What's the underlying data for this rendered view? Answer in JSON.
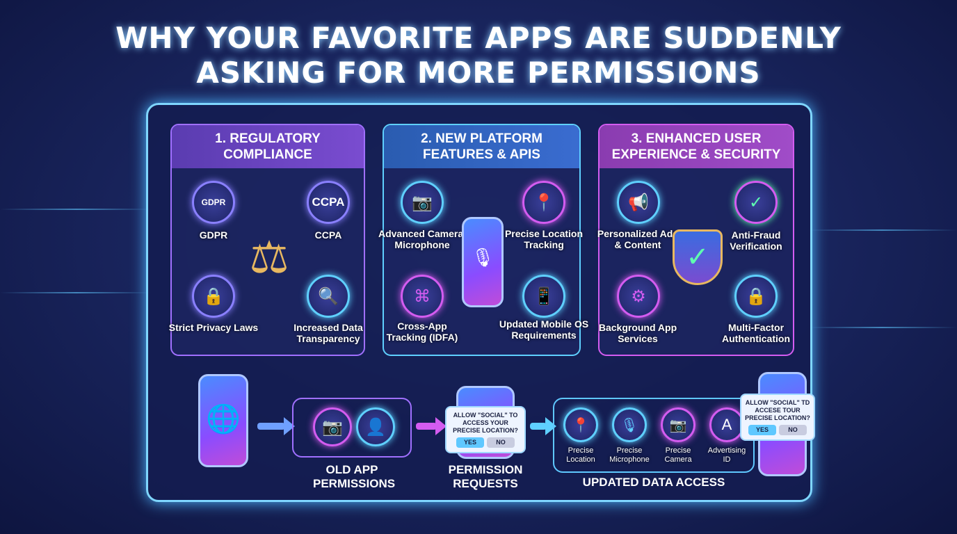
{
  "title": {
    "line1": "WHY YOUR FAVORITE APPS ARE SUDDENLY",
    "line2": "ASKING FOR MORE PERMISSIONS"
  },
  "colors": {
    "cyan": "#5fd0ff",
    "purple": "#a070ff",
    "magenta": "#d45cf0",
    "frame": "#7fd6ff"
  },
  "panels": [
    {
      "title": "1. REGULATORY COMPLIANCE",
      "center_icon": "scales-of-justice-icon",
      "items": [
        {
          "label": "GDPR",
          "icon_text": "GDPR",
          "icon": "eu-stars-icon"
        },
        {
          "label": "CCPA",
          "icon_text": "CCPA",
          "icon": "ccpa-icon"
        },
        {
          "label": "Strict Privacy Laws",
          "icon": "lock-shield-icon"
        },
        {
          "label": "Increased Data Transparency",
          "icon": "document-search-icon"
        }
      ]
    },
    {
      "title": "2. NEW PLATFORM FEATURES & APIS",
      "center_icon": "smartphone-microphone-icon",
      "items": [
        {
          "label": "Advanced Camera/ Microphone",
          "icon": "camera-icon"
        },
        {
          "label": "Precise Location Tracking",
          "icon": "location-pin-icon"
        },
        {
          "label": "Cross-App Tracking (IDFA)",
          "icon": "scan-icon"
        },
        {
          "label": "Updated Mobile OS Requirements",
          "icon": "phone-icon"
        }
      ]
    },
    {
      "title": "3. ENHANCED USER EXPERIENCE & SECURITY",
      "center_icon": "shield-check-icon",
      "items": [
        {
          "label": "Personalized Ads & Content",
          "icon": "megaphone-screen-icon"
        },
        {
          "label": "Anti-Fraud Verification",
          "icon": "shield-check-icon"
        },
        {
          "label": "Background App Services",
          "icon": "database-gear-icon"
        },
        {
          "label": "Multi-Factor Authentication",
          "icon": "lock-icon"
        }
      ]
    }
  ],
  "flow": {
    "old": {
      "label": "OLD APP PERMISSIONS",
      "icons": [
        "camera-icon",
        "contacts-icon"
      ]
    },
    "request": {
      "label": "PERMISSION REQUESTS",
      "dialog": "ALLOW \"SOCIAL\" TO ACCESS YOUR PRECISE LOCATION?",
      "yes": "YES",
      "no": "NO"
    },
    "updated": {
      "label": "UPDATED DATA ACCESS",
      "items": [
        {
          "label": "Precise Location",
          "icon": "location-pin-icon"
        },
        {
          "label": "Precise Microphone",
          "icon": "microphone-icon"
        },
        {
          "label": "Precise Camera",
          "icon": "camera-icon"
        },
        {
          "label": "Advertising ID",
          "icon": "ad-id-icon",
          "icon_text": "A"
        }
      ]
    },
    "right_dialog": {
      "text": "ALLOW \"SOCIAL\" TD ACCESE TOUR PRECISE LOCATION?",
      "yes": "YES",
      "no": "NO"
    }
  }
}
